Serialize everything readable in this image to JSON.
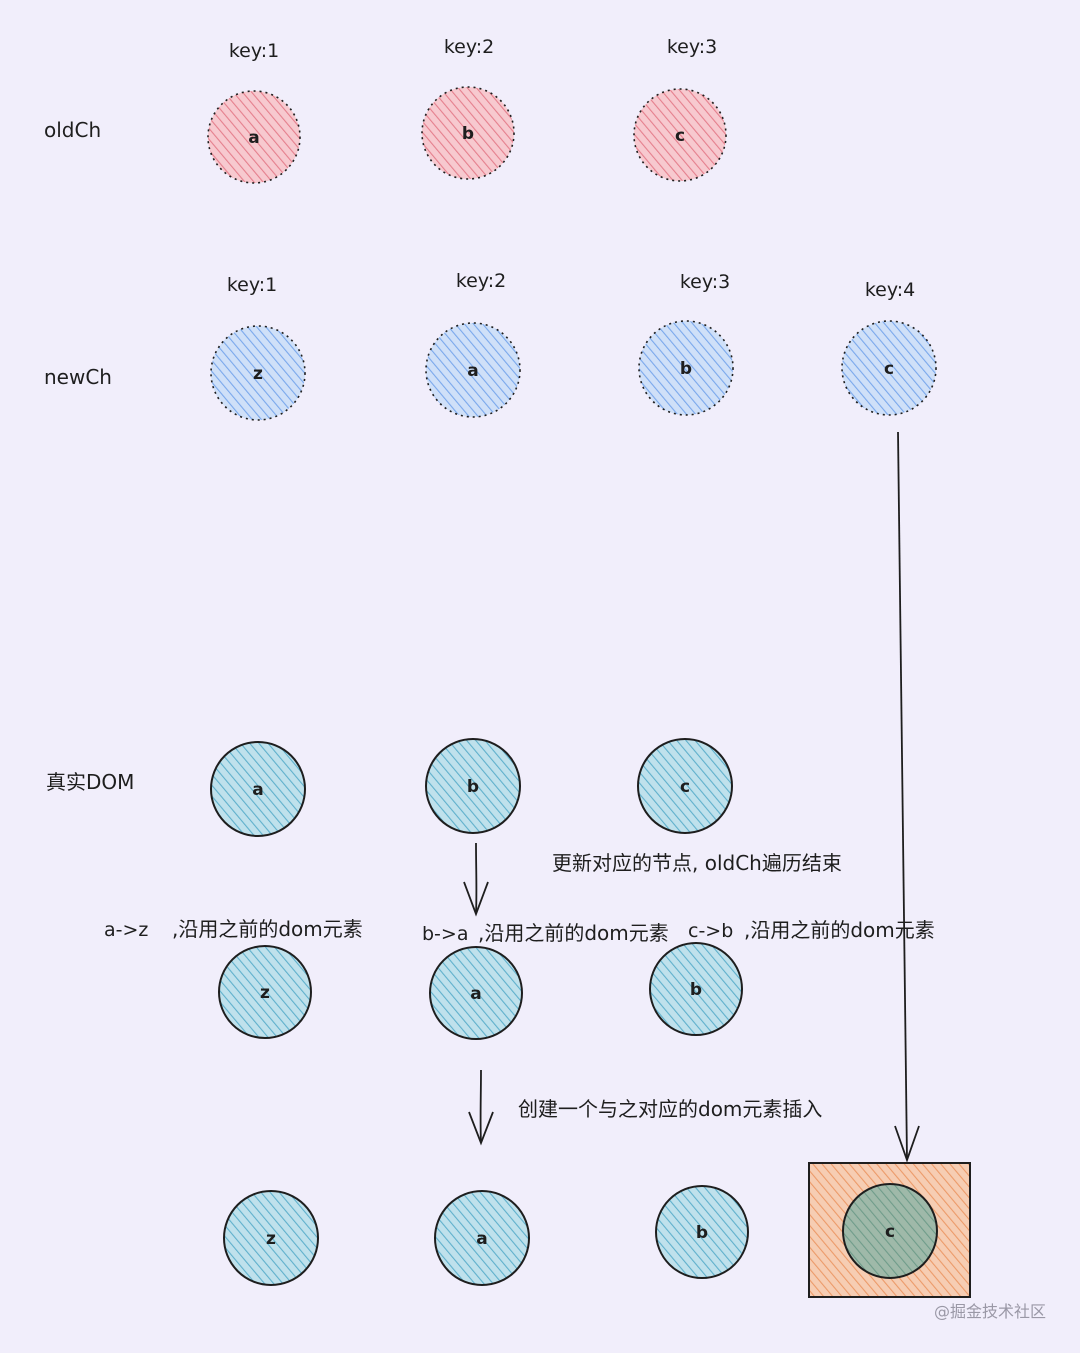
{
  "rows": {
    "oldch": "oldCh",
    "newch": "newCh",
    "real_dom": "真实DOM"
  },
  "old_children": [
    {
      "key": "key:1",
      "label": "a"
    },
    {
      "key": "key:2",
      "label": "b"
    },
    {
      "key": "key:3",
      "label": "c"
    }
  ],
  "new_children": [
    {
      "key": "key:1",
      "label": "z"
    },
    {
      "key": "key:2",
      "label": "a"
    },
    {
      "key": "key:3",
      "label": "b"
    },
    {
      "key": "key:4",
      "label": "c"
    }
  ],
  "real_dom_initial": [
    "a",
    "b",
    "c"
  ],
  "updates": [
    {
      "change": "a->z",
      "note": ",沿用之前的dom元素"
    },
    {
      "change": "b->a",
      "note": ",沿用之前的dom元素"
    },
    {
      "change": "c->b",
      "note": ",沿用之前的dom元素"
    }
  ],
  "real_dom_updated": [
    "z",
    "a",
    "b"
  ],
  "real_dom_final": [
    "z",
    "a",
    "b"
  ],
  "inserted_node": "c",
  "notes": {
    "update": "更新对应的节点, oldCh遍历结束",
    "create": "创建一个与之对应的dom元素插入"
  },
  "watermark": "@掘金技术社区",
  "colors": {
    "background": "#f1eefb",
    "old_fill": "#f2a3ad",
    "new_fill": "#9fc4f3",
    "dom_fill": "#86c3d9",
    "insert_box": "#f0a476",
    "stroke": "#1e1e1e"
  }
}
